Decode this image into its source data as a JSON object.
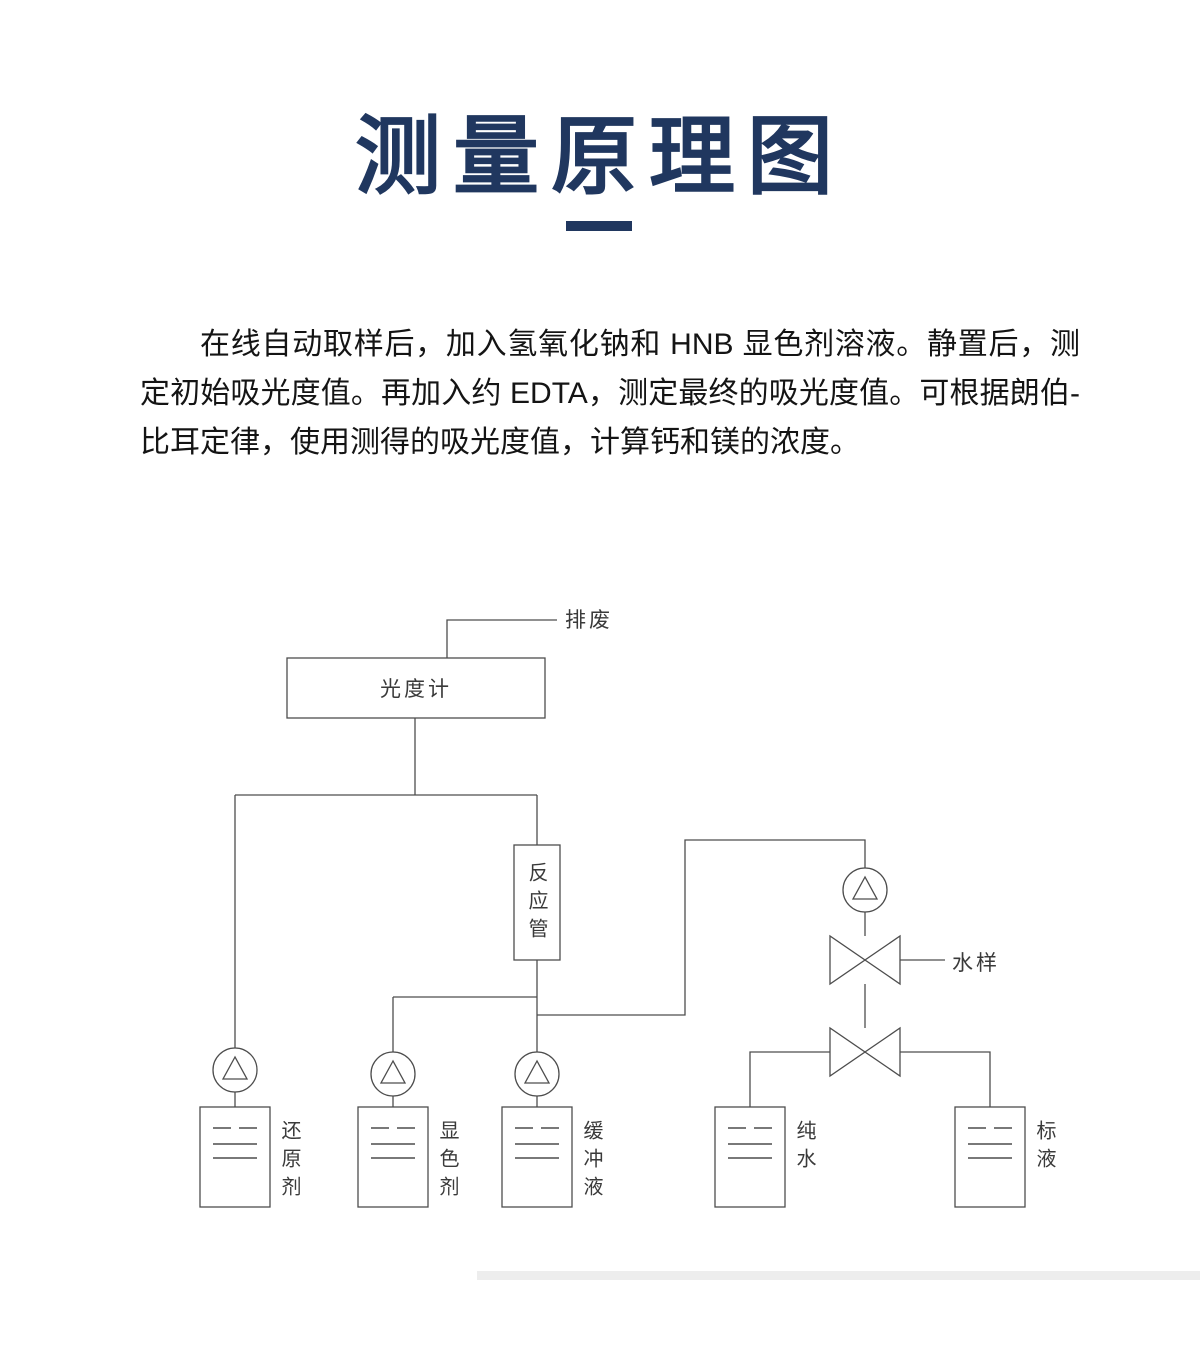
{
  "page": {
    "title": "测量原理图",
    "description": "在线自动取样后，加入氢氧化钠和 HNB 显色剂溶液。静置后，测定初始吸光度值。再加入约 EDTA，测定最终的吸光度值。可根据朗伯-比耳定律，使用测得的吸光度值，计算钙和镁的浓度。"
  },
  "diagram": {
    "waste_label": "排废",
    "photometer_label": "光度计",
    "reaction_tube_label": "反应管",
    "water_sample_label": "水样",
    "bottles": [
      {
        "label": "还原剂"
      },
      {
        "label": "显色剂"
      },
      {
        "label": "缓冲液"
      },
      {
        "label": "纯水"
      },
      {
        "label": "标液"
      }
    ]
  },
  "colors": {
    "title_accent": "#20375f",
    "body_text": "#141414",
    "line": "#4d4d4d"
  }
}
